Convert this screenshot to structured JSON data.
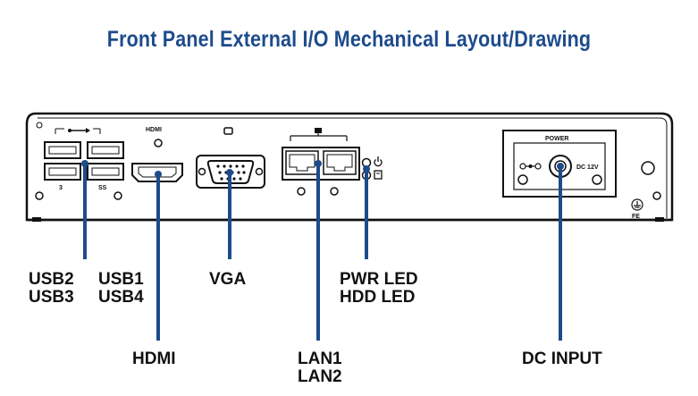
{
  "title": "Front Panel External I/O Mechanical Layout/Drawing",
  "panel_labels": {
    "hdmi": "HDMI",
    "power": "POWER",
    "dc_rating": "DC 12V",
    "fe": "FE",
    "usb_num_3": "3",
    "usb_ss": "SS"
  },
  "callouts": {
    "usb2": "USB2",
    "usb3": "USB3",
    "usb1": "USB1",
    "usb4": "USB4",
    "vga": "VGA",
    "pwr_led": "PWR LED",
    "hdd_led": "HDD LED",
    "hdmi": "HDMI",
    "lan1": "LAN1",
    "lan2": "LAN2",
    "dc_input": "DC INPUT"
  },
  "colors": {
    "title": "#1d4b8c",
    "leader": "#1d4b8c",
    "outline": "#111111"
  }
}
